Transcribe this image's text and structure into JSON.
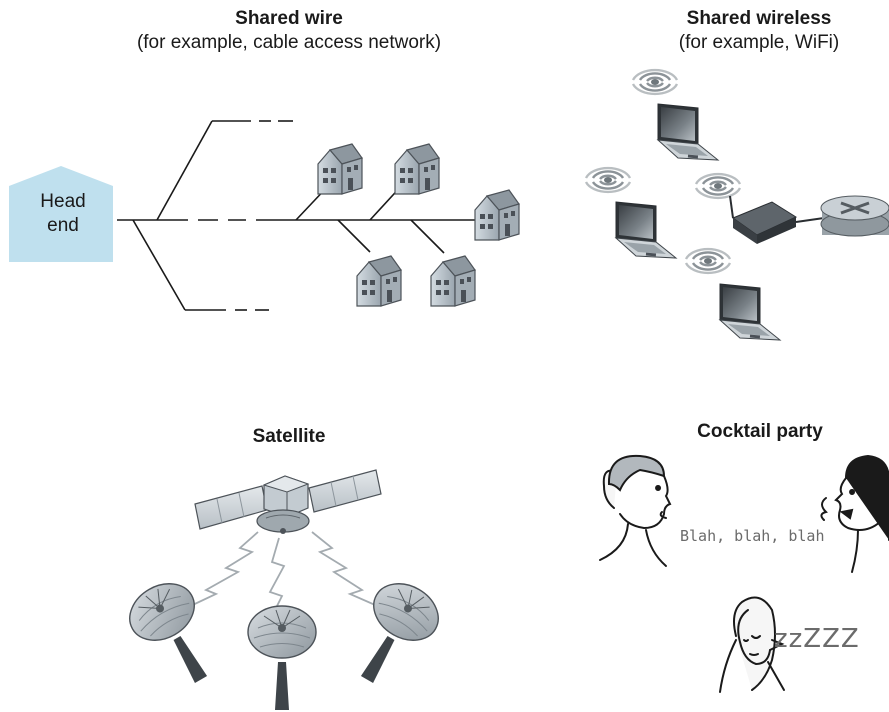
{
  "shared_wire": {
    "title": "Shared wire",
    "subtitle": "(for example, cable access network)",
    "headend_line1": "Head",
    "headend_line2": "end"
  },
  "shared_wireless": {
    "title": "Shared wireless",
    "subtitle": "(for example, WiFi)"
  },
  "satellite": {
    "title": "Satellite"
  },
  "cocktail_party": {
    "title": "Cocktail party",
    "speech": "Blah, blah, blah",
    "snore": "zzZZZ"
  },
  "colors": {
    "headend_fill": "#bfe0ee",
    "house_fill": "#b9c3cb",
    "device_gray": "#8e969c"
  }
}
